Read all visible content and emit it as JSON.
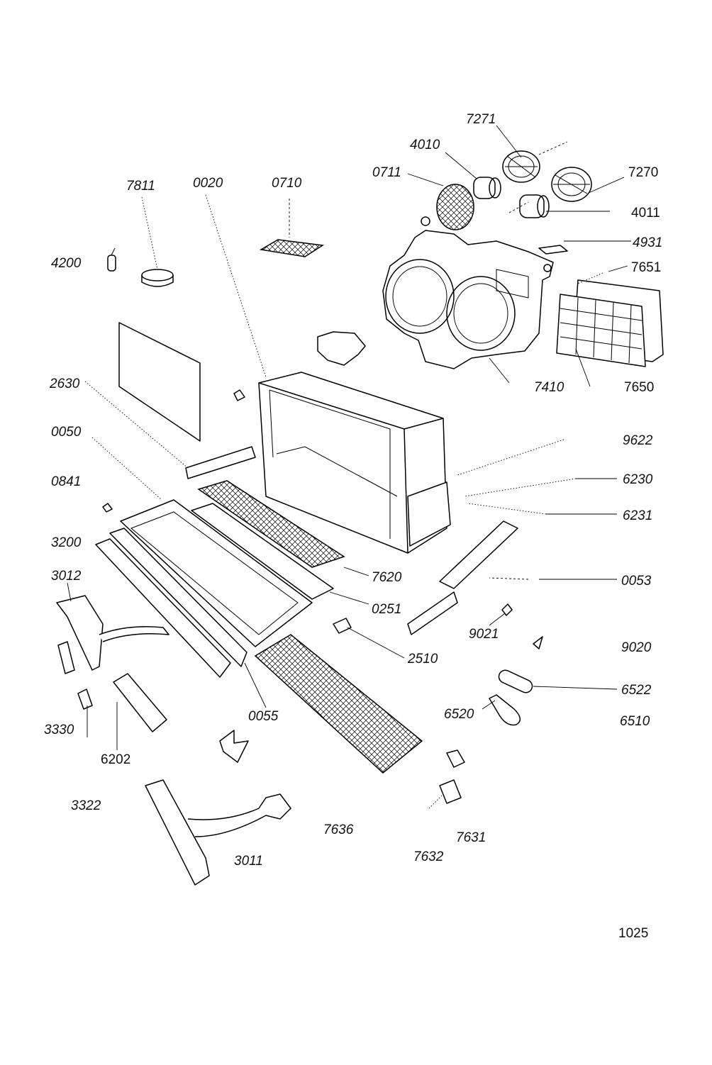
{
  "labels": {
    "l7271": "7271",
    "l4010": "4010",
    "l7270": "7270",
    "l0711": "0711",
    "l4011": "4011",
    "l4931": "4931",
    "l7651": "7651",
    "l7811": "7811",
    "l0020": "0020",
    "l0710": "0710",
    "l4200": "4200",
    "l7410": "7410",
    "l7650": "7650",
    "l2630": "2630",
    "l9622": "9622",
    "l0050": "0050",
    "l6230": "6230",
    "l0841": "0841",
    "l6231": "6231",
    "l3200": "3200",
    "l7620": "7620",
    "l3012": "3012",
    "l0053": "0053",
    "l0251": "0251",
    "l9021": "9021",
    "l9020": "9020",
    "l2510": "2510",
    "l6522": "6522",
    "l0055": "0055",
    "l6520": "6520",
    "l6510": "6510",
    "l3330": "3330",
    "l6202": "6202",
    "l3322": "3322",
    "l7636": "7636",
    "l7631": "7631",
    "l3011": "3011",
    "l7632": "7632"
  },
  "page_number": "1025"
}
